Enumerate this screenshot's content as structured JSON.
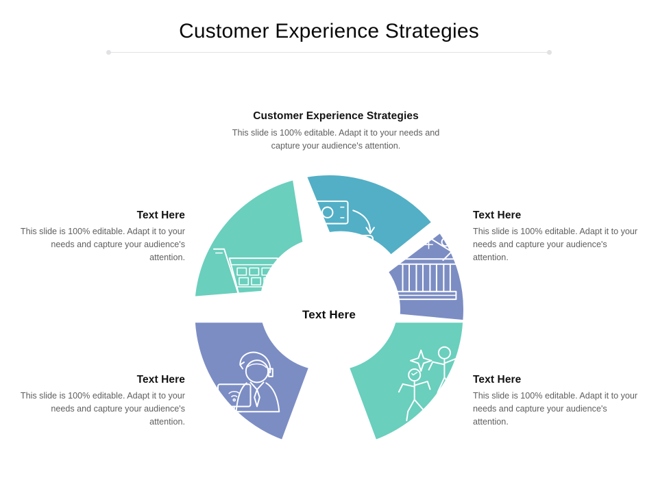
{
  "slide": {
    "title": "Customer Experience Strategies",
    "divider": {
      "color": "#e2e2e4"
    }
  },
  "caption": {
    "heading": "Customer Experience Strategies",
    "body": "This slide is 100% editable.  Adapt it to your needs and capture your audience's attention."
  },
  "blocks": [
    {
      "id": "top-left",
      "heading": "Text Here",
      "body": "This slide is 100% editable.  Adapt it to your needs and capture your audience's attention.",
      "align": "right"
    },
    {
      "id": "top-right",
      "heading": "Text Here",
      "body": "This slide is 100% editable.  Adapt it to your needs and capture your audience's attention.",
      "align": "left"
    },
    {
      "id": "bottom-left",
      "heading": "Text Here",
      "body": "This slide is 100% editable.  Adapt it to your needs and capture your audience's attention.",
      "align": "right"
    },
    {
      "id": "bottom-right",
      "heading": "Text Here",
      "body": "This slide is 100% editable.  Adapt it to your needs and capture your audience's attention.",
      "align": "left"
    }
  ],
  "donut": {
    "center_label": "Text Here",
    "segments": [
      {
        "name": "cash-to-card-exchange",
        "icon": "money-exchange-icon",
        "color": "#52AFC6",
        "position": "top"
      },
      {
        "name": "online-shopping",
        "icon": "shopping-cart-icon",
        "color": "#6ACFBD",
        "position": "upper-left"
      },
      {
        "name": "banking-rates",
        "icon": "bank-percent-icon",
        "color": "#7C8DC4",
        "position": "upper-right"
      },
      {
        "name": "customer-support",
        "icon": "support-agent-icon",
        "color": "#7C8DC4",
        "position": "lower-left"
      },
      {
        "name": "happy-customers",
        "icon": "people-sparkle-icon",
        "color": "#6ACFBD",
        "position": "lower-right"
      }
    ]
  },
  "colors": {
    "teal_blue": "#52AFC6",
    "green_teal": "#6ACFBD",
    "blue_purple": "#7C8DC4",
    "background": "#ffffff",
    "heading_text": "#121212",
    "body_text": "#5e5e5e"
  }
}
